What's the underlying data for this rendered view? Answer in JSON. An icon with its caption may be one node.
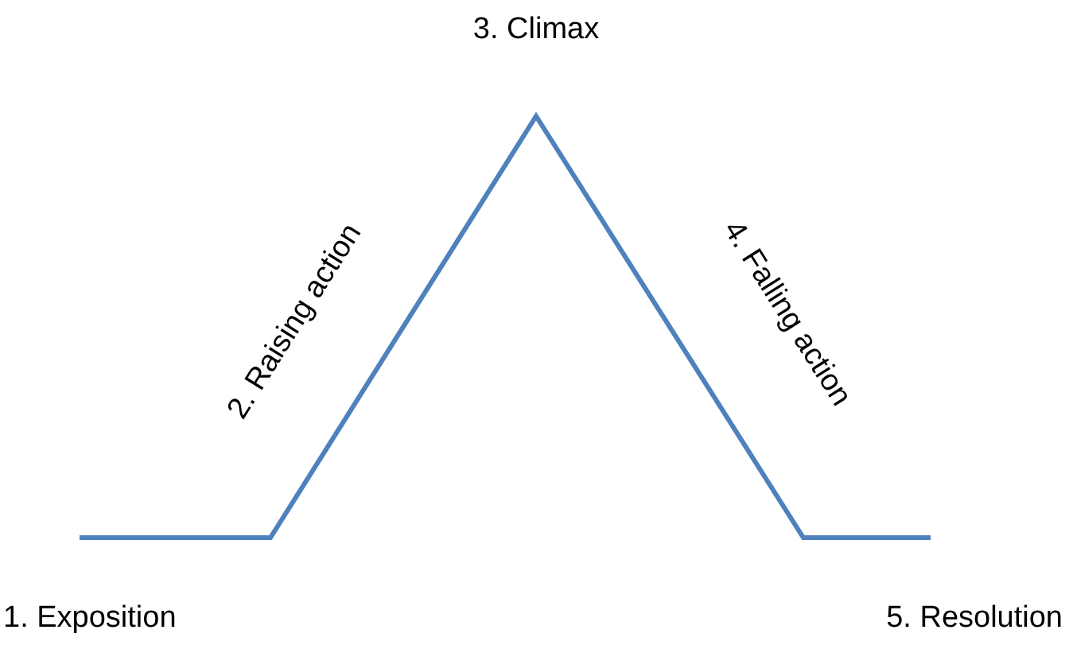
{
  "diagram": {
    "labels": [
      "3. Climax",
      "2. Raising action",
      "4. Falling action",
      "1. Exposition",
      "5. Resolution"
    ]
  }
}
